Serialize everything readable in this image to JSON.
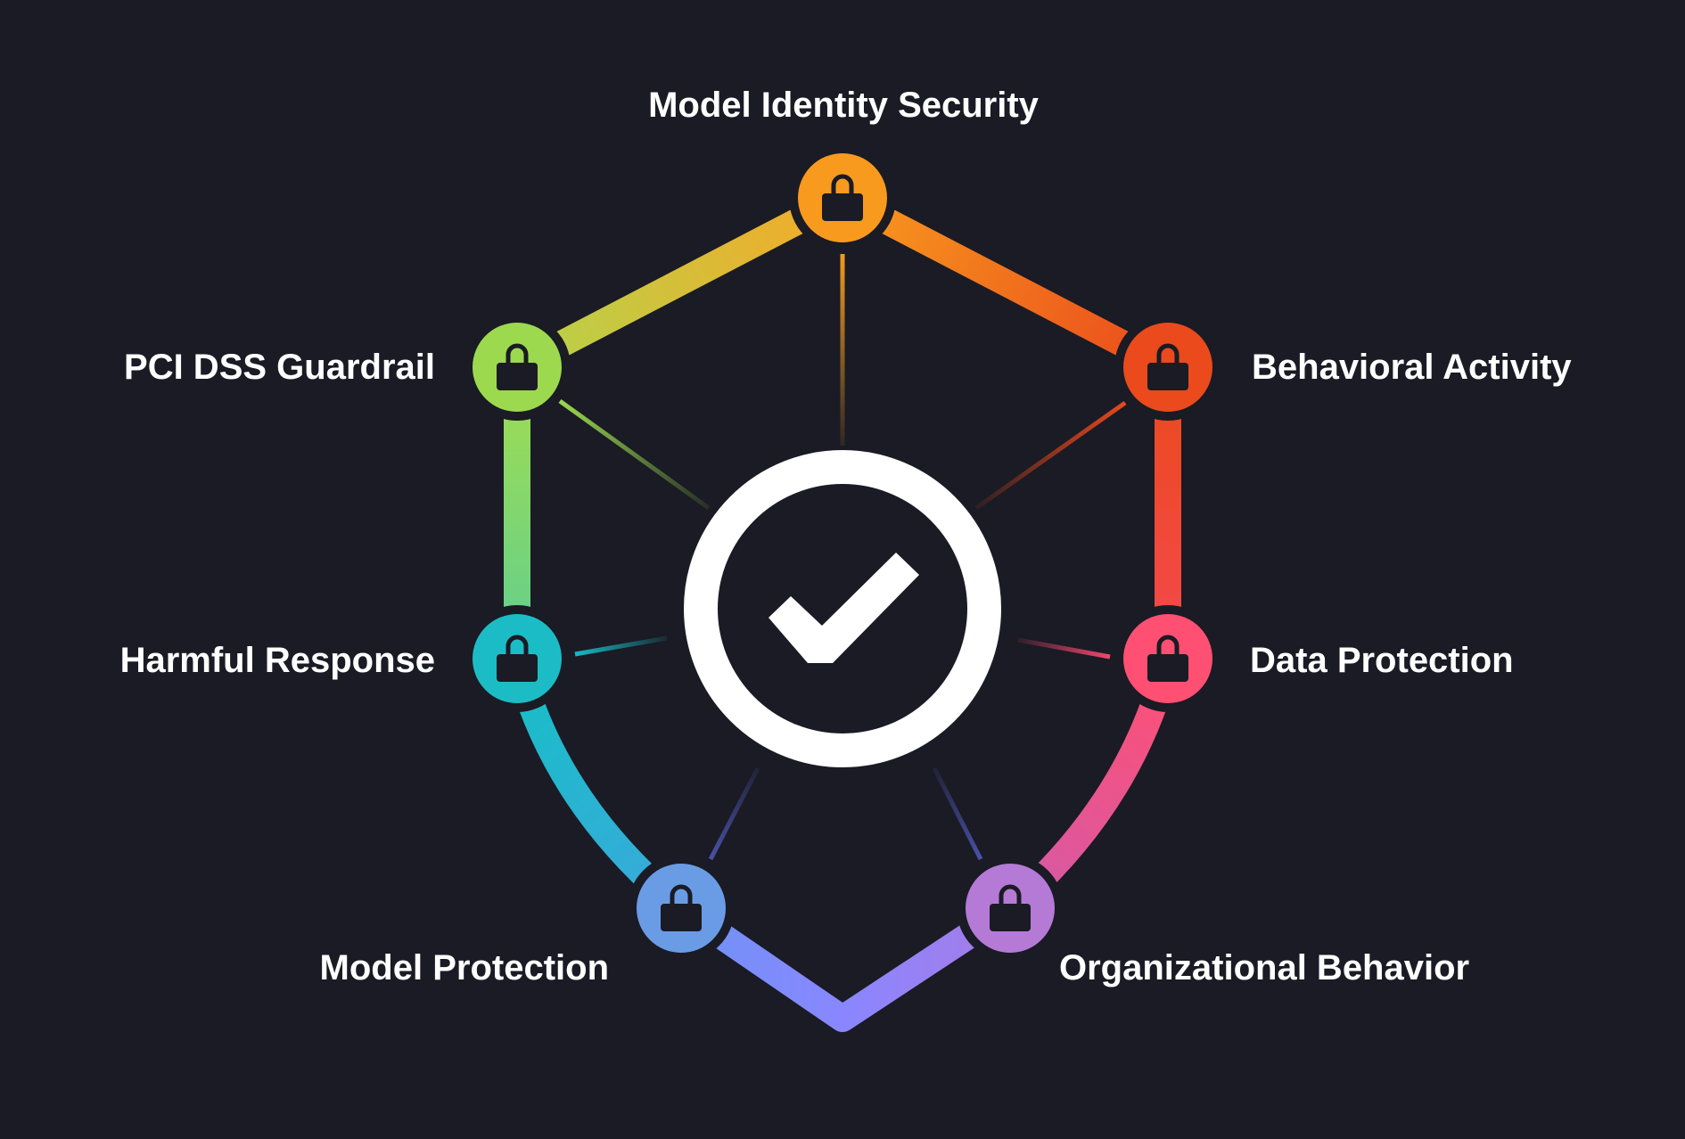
{
  "nodes": [
    {
      "id": "model-identity-security",
      "label": "Model Identity Security",
      "color": "#f89a1e"
    },
    {
      "id": "behavioral-activity",
      "label": "Behavioral Activity",
      "color": "#ea4a1c"
    },
    {
      "id": "data-protection",
      "label": "Data Protection",
      "color": "#ff4f72"
    },
    {
      "id": "organizational-behavior",
      "label": "Organizational Behavior",
      "color": "#b47ad6"
    },
    {
      "id": "model-protection",
      "label": "Model Protection",
      "color": "#6a9ce6"
    },
    {
      "id": "harmful-response",
      "label": "Harmful Response",
      "color": "#1cbcc6"
    },
    {
      "id": "pci-dss-guardrail",
      "label": "PCI DSS Guardrail",
      "color": "#9cd94e"
    }
  ],
  "center": {
    "icon": "checkmark-icon",
    "color": "#ffffff"
  },
  "node_icon": "lock-icon",
  "background": "#1a1b24"
}
